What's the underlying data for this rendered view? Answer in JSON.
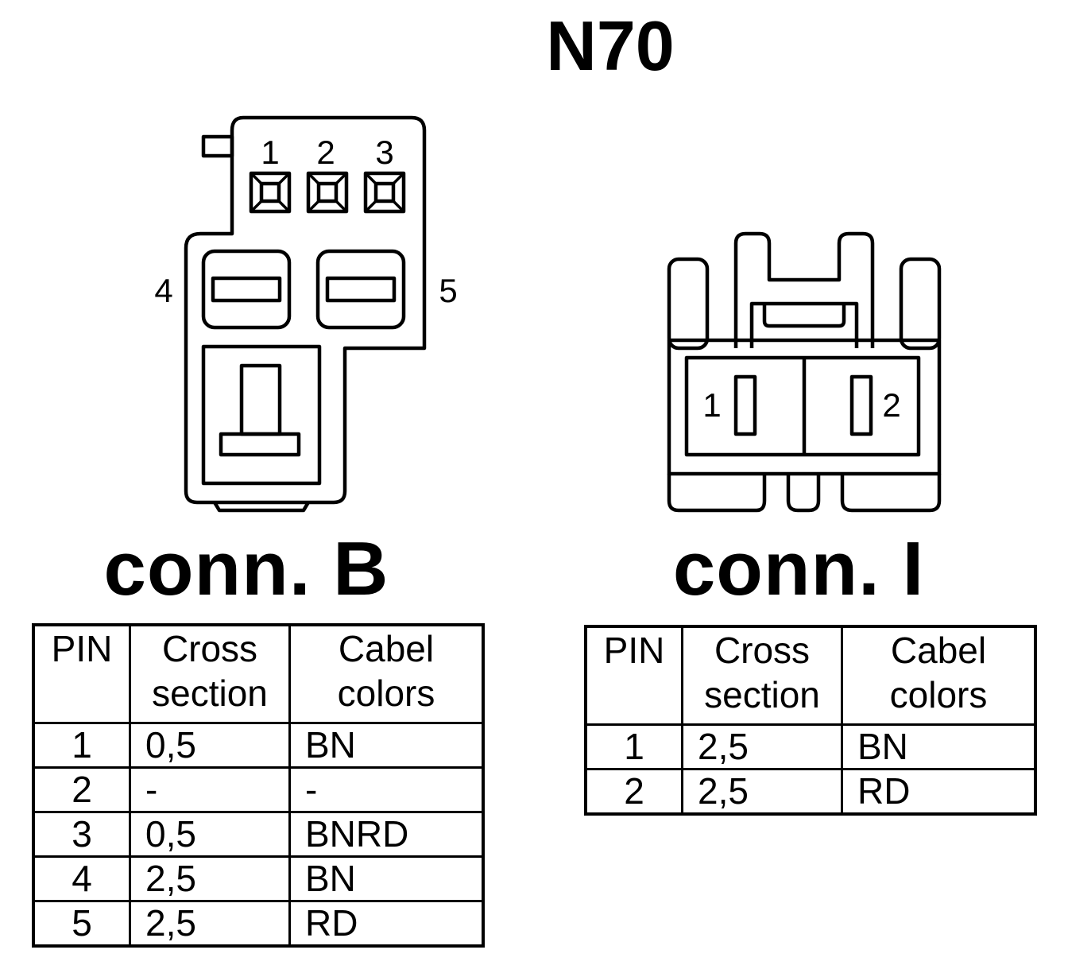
{
  "title": "N70",
  "connector_b": {
    "title": "conn. B",
    "pin_labels": [
      "1",
      "2",
      "3",
      "4",
      "5"
    ],
    "table": {
      "headers": [
        [
          "PIN"
        ],
        [
          "Cross",
          "section"
        ],
        [
          "Cabel",
          "colors"
        ]
      ],
      "rows": [
        [
          "1",
          "0,5",
          "BN"
        ],
        [
          "2",
          "-",
          "-"
        ],
        [
          "3",
          "0,5",
          "BNRD"
        ],
        [
          "4",
          "2,5",
          "BN"
        ],
        [
          "5",
          "2,5",
          "RD"
        ]
      ]
    }
  },
  "connector_i": {
    "title": "conn. I",
    "pin_labels": [
      "1",
      "2"
    ],
    "table": {
      "headers": [
        [
          "PIN"
        ],
        [
          "Cross",
          "section"
        ],
        [
          "Cabel",
          "colors"
        ]
      ],
      "rows": [
        [
          "1",
          "2,5",
          "BN"
        ],
        [
          "2",
          "2,5",
          "RD"
        ]
      ]
    }
  },
  "colors": {
    "line": "#000000",
    "background": "#ffffff"
  }
}
